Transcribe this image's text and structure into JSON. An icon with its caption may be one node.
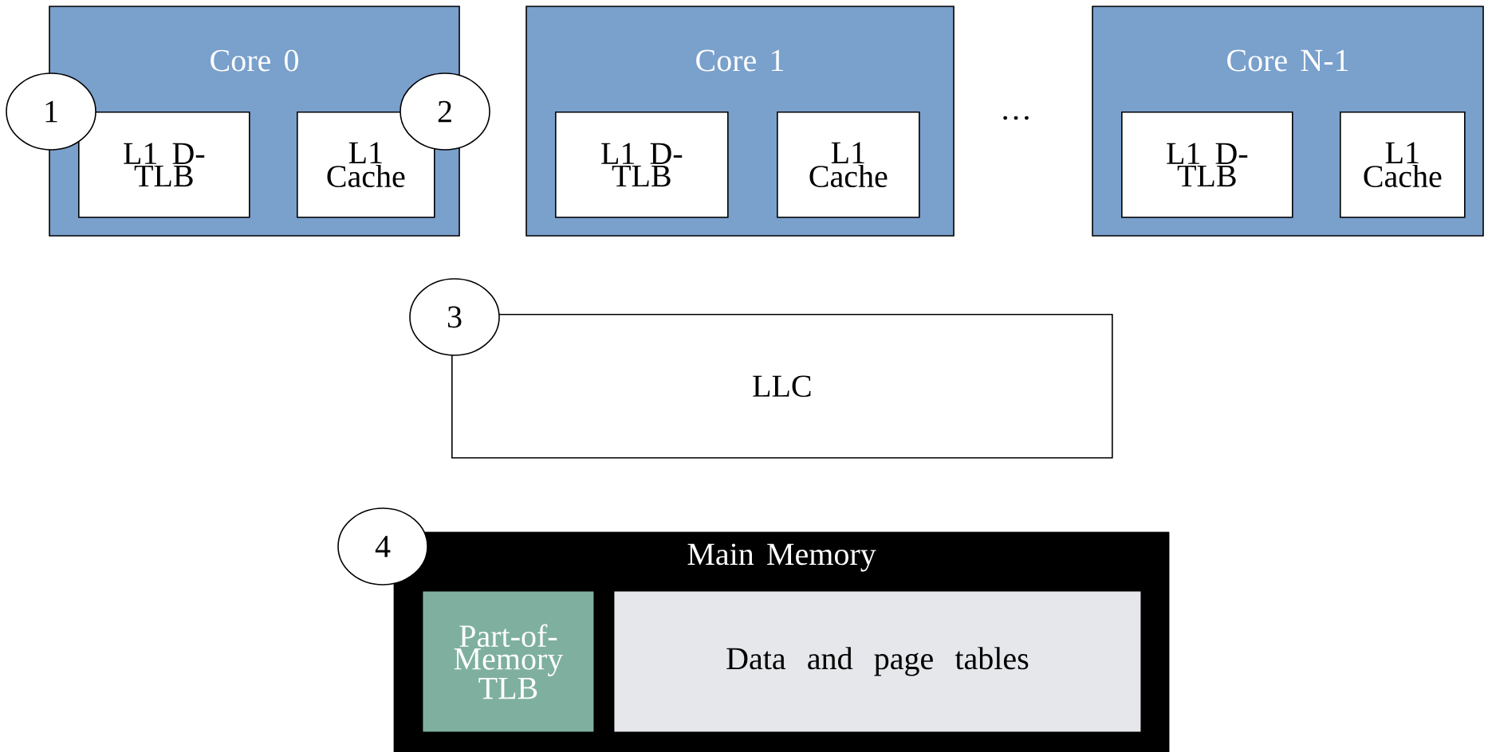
{
  "diagram": {
    "nodes": [
      {
        "text": [
          "Core 0"
        ]
      },
      {
        "text": [
          "L1 D-TLB"
        ],
        "in": 0
      },
      {
        "text": [
          "L1 Cache"
        ],
        "in": 0
      },
      {
        "text": [
          "Core 1"
        ]
      },
      {
        "text": [
          "L1 D-TLB"
        ],
        "in": 3
      },
      {
        "text": [
          "L1 Cache"
        ],
        "in": 3
      },
      {
        "text": [
          "Core N-1"
        ]
      },
      {
        "text": [
          "L1 D-TLB"
        ],
        "in": 6
      },
      {
        "text": [
          "L1 Cache"
        ],
        "in": 6
      },
      {
        "text": [
          "LLC"
        ]
      },
      {
        "text": [
          "Main Memory"
        ]
      },
      {
        "text": [
          "Part-of-Memory TLB"
        ],
        "in": 10
      },
      {
        "text": [
          "Data and page tables"
        ],
        "in": 10
      },
      {
        "text": [
          "1"
        ]
      },
      {
        "text": [
          "2"
        ]
      },
      {
        "text": [
          "3"
        ]
      },
      {
        "text": [
          "4"
        ]
      }
    ],
    "labels": [
      "…"
    ]
  }
}
